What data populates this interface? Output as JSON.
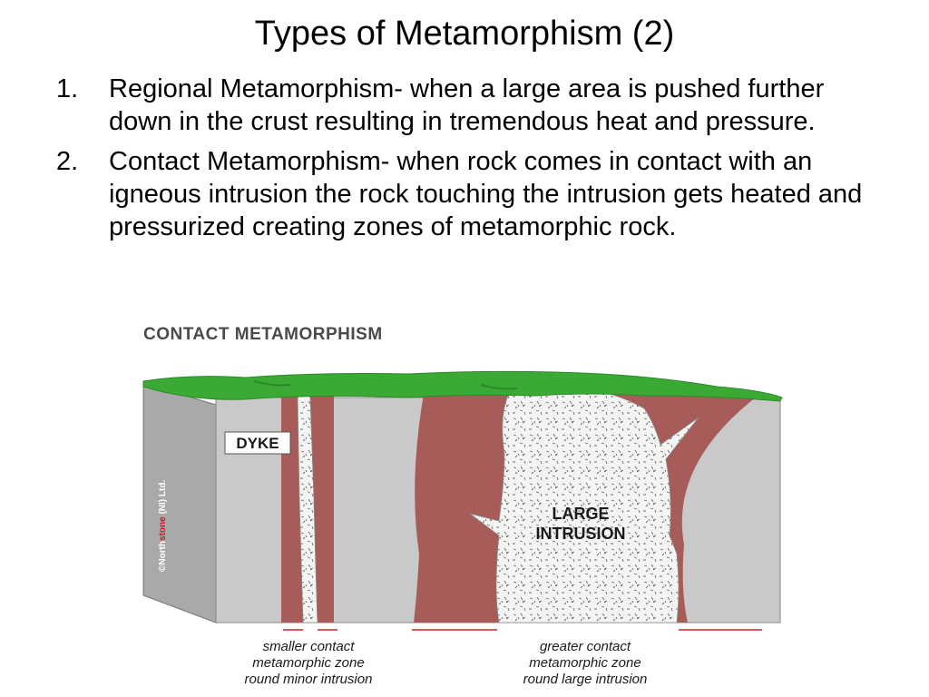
{
  "slide": {
    "title": "Types of Metamorphism (2)",
    "points": [
      {
        "number": "1.",
        "text": "Regional Metamorphism- when a large area is pushed further down in the crust resulting in tremendous heat and pressure."
      },
      {
        "number": "2.",
        "text": "Contact Metamorphism- when rock comes in contact with an igneous intrusion the rock touching the intrusion gets heated and pressurized creating zones of metamorphic rock."
      }
    ]
  },
  "figure": {
    "title": "CONTACT METAMORPHISM",
    "dyke_label": "DYKE",
    "intrusion_label_line1": "LARGE",
    "intrusion_label_line2": "INTRUSION",
    "copyright_prefix": "©North",
    "copyright_brand": "stone",
    "copyright_suffix": " (NI) Ltd.",
    "caption_left": [
      "smaller contact",
      "metamorphic zone",
      "round minor intrusion"
    ],
    "caption_right": [
      "greater contact",
      "metamorphic zone",
      "round large intrusion"
    ],
    "colors": {
      "grass": "#3aaa35",
      "host_rock": "#c9c9c9",
      "host_rock_side": "#a9a9a9",
      "metamorphic_zone": "#a85c5a",
      "intrusion": "#f3f3f1",
      "marker": "#d42020"
    }
  }
}
